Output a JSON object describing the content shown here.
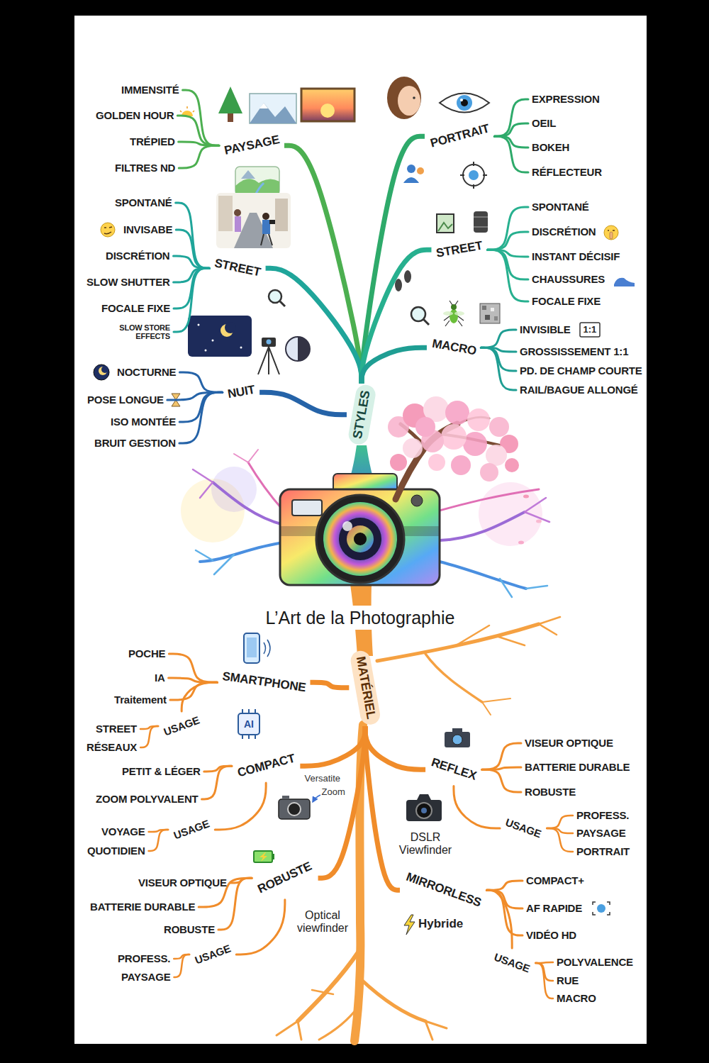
{
  "diagram": {
    "title": "L’Art de la Photographie",
    "nodes": [
      {
        "text": [
          "STYLES"
        ]
      },
      {
        "text": [
          "PAYSAGE"
        ]
      },
      {
        "text": [
          "IMMENSITÉ"
        ]
      },
      {
        "text": [
          "GOLDEN HOUR"
        ]
      },
      {
        "text": [
          "TRÉPIED"
        ]
      },
      {
        "text": [
          "FILTRES ND"
        ]
      },
      {
        "text": [
          "PORTRAIT"
        ]
      },
      {
        "text": [
          "EXPRESSION"
        ]
      },
      {
        "text": [
          "OEIL"
        ]
      },
      {
        "text": [
          "BOKEH"
        ]
      },
      {
        "text": [
          "RÉFLECTEUR"
        ]
      },
      {
        "text": [
          "STREET"
        ]
      },
      {
        "text": [
          "SPONTANÉ"
        ]
      },
      {
        "text": [
          "INVISABE"
        ]
      },
      {
        "text": [
          "DISCRÉTION"
        ]
      },
      {
        "text": [
          "SLOW SHUTTER"
        ]
      },
      {
        "text": [
          "FOCALE FIXE"
        ]
      },
      {
        "text": [
          "SLOW STORE EFFECTS"
        ]
      },
      {
        "text": [
          "STREET"
        ]
      },
      {
        "text": [
          "SPONTANÉ"
        ]
      },
      {
        "text": [
          "DISCRÉTION"
        ]
      },
      {
        "text": [
          "INSTANT DÉCISIF"
        ]
      },
      {
        "text": [
          "CHAUSSURES"
        ]
      },
      {
        "text": [
          "FOCALE FIXE"
        ]
      },
      {
        "text": [
          "MACRO"
        ]
      },
      {
        "text": [
          "INVISIBLE"
        ]
      },
      {
        "text": [
          "GROSSISSEMENT 1:1"
        ]
      },
      {
        "text": [
          "PD. DE CHAMP COURTE"
        ]
      },
      {
        "text": [
          "RAIL/BAGUE ALLONGÉ"
        ]
      },
      {
        "text": [
          "NUIT"
        ]
      },
      {
        "text": [
          "NOCTURNE"
        ]
      },
      {
        "text": [
          "POSE LONGUE"
        ]
      },
      {
        "text": [
          "ISO MONTÉE"
        ]
      },
      {
        "text": [
          "BRUIT GESTION"
        ]
      },
      {
        "text": [
          "MATÉRIEL"
        ]
      },
      {
        "text": [
          "SMARTPHONE"
        ]
      },
      {
        "text": [
          "POCHE"
        ]
      },
      {
        "text": [
          "IA"
        ]
      },
      {
        "text": [
          "Traitement"
        ]
      },
      {
        "text": [
          "USAGE"
        ]
      },
      {
        "text": [
          "STREET"
        ]
      },
      {
        "text": [
          "RÉSEAUX"
        ]
      },
      {
        "text": [
          "COMPACT"
        ]
      },
      {
        "text": [
          "PETIT & LÉGER"
        ]
      },
      {
        "text": [
          "ZOOM POLYVALENT"
        ]
      },
      {
        "text": [
          "USAGE"
        ]
      },
      {
        "text": [
          "VOYAGE"
        ]
      },
      {
        "text": [
          "QUOTIDIEN"
        ]
      },
      {
        "text": [
          "ROBUSTE"
        ]
      },
      {
        "text": [
          "VISEUR OPTIQUE"
        ]
      },
      {
        "text": [
          "BATTERIE DURABLE"
        ]
      },
      {
        "text": [
          "ROBUSTE"
        ]
      },
      {
        "text": [
          "USAGE"
        ]
      },
      {
        "text": [
          "PROFESS."
        ]
      },
      {
        "text": [
          "PAYSAGE"
        ]
      },
      {
        "text": [
          "REFLEX"
        ]
      },
      {
        "text": [
          "VISEUR OPTIQUE"
        ]
      },
      {
        "text": [
          "BATTERIE DURABLE"
        ]
      },
      {
        "text": [
          "ROBUSTE"
        ]
      },
      {
        "text": [
          "USAGE"
        ]
      },
      {
        "text": [
          "PROFESS."
        ]
      },
      {
        "text": [
          "PAYSAGE"
        ]
      },
      {
        "text": [
          "PORTRAIT"
        ]
      },
      {
        "text": [
          "MIRRORLESS"
        ]
      },
      {
        "text": [
          "COMPACT+"
        ]
      },
      {
        "text": [
          "AF RAPIDE"
        ]
      },
      {
        "text": [
          "VIDÉO HD"
        ]
      },
      {
        "text": [
          "USAGE"
        ]
      },
      {
        "text": [
          "POLYVALENCE"
        ]
      },
      {
        "text": [
          "RUE"
        ]
      },
      {
        "text": [
          "MACRO"
        ]
      }
    ],
    "edges": [
      {
        "from": 0,
        "to": 1,
        "arrow": "none"
      },
      {
        "from": 0,
        "to": 6,
        "arrow": "none"
      },
      {
        "from": 0,
        "to": 11,
        "arrow": "none"
      },
      {
        "from": 0,
        "to": 18,
        "arrow": "none"
      },
      {
        "from": 0,
        "to": 24,
        "arrow": "none"
      },
      {
        "from": 0,
        "to": 29,
        "arrow": "none"
      },
      {
        "from": 1,
        "to": 2,
        "arrow": "none"
      },
      {
        "from": 1,
        "to": 3,
        "arrow": "none"
      },
      {
        "from": 1,
        "to": 4,
        "arrow": "none"
      },
      {
        "from": 1,
        "to": 5,
        "arrow": "none"
      },
      {
        "from": 6,
        "to": 7,
        "arrow": "none"
      },
      {
        "from": 6,
        "to": 8,
        "arrow": "none"
      },
      {
        "from": 6,
        "to": 9,
        "arrow": "none"
      },
      {
        "from": 6,
        "to": 10,
        "arrow": "none"
      },
      {
        "from": 11,
        "to": 12,
        "arrow": "none"
      },
      {
        "from": 11,
        "to": 13,
        "arrow": "none"
      },
      {
        "from": 11,
        "to": 14,
        "arrow": "none"
      },
      {
        "from": 11,
        "to": 15,
        "arrow": "none"
      },
      {
        "from": 11,
        "to": 16,
        "arrow": "none"
      },
      {
        "from": 11,
        "to": 17,
        "arrow": "none"
      },
      {
        "from": 18,
        "to": 19,
        "arrow": "none"
      },
      {
        "from": 18,
        "to": 20,
        "arrow": "none"
      },
      {
        "from": 18,
        "to": 21,
        "arrow": "none"
      },
      {
        "from": 18,
        "to": 22,
        "arrow": "none"
      },
      {
        "from": 18,
        "to": 23,
        "arrow": "none"
      },
      {
        "from": 24,
        "to": 25,
        "arrow": "none"
      },
      {
        "from": 24,
        "to": 26,
        "arrow": "none"
      },
      {
        "from": 24,
        "to": 27,
        "arrow": "none"
      },
      {
        "from": 24,
        "to": 28,
        "arrow": "none"
      },
      {
        "from": 29,
        "to": 30,
        "arrow": "none"
      },
      {
        "from": 29,
        "to": 31,
        "arrow": "none"
      },
      {
        "from": 29,
        "to": 32,
        "arrow": "none"
      },
      {
        "from": 29,
        "to": 33,
        "arrow": "none"
      },
      {
        "from": 34,
        "to": 35,
        "arrow": "none"
      },
      {
        "from": 34,
        "to": 42,
        "arrow": "none"
      },
      {
        "from": 34,
        "to": 48,
        "arrow": "none"
      },
      {
        "from": 34,
        "to": 55,
        "arrow": "none"
      },
      {
        "from": 34,
        "to": 63,
        "arrow": "none"
      },
      {
        "from": 35,
        "to": 36,
        "arrow": "none"
      },
      {
        "from": 35,
        "to": 37,
        "arrow": "none"
      },
      {
        "from": 35,
        "to": 38,
        "arrow": "none"
      },
      {
        "from": 35,
        "to": 39,
        "arrow": "none"
      },
      {
        "from": 39,
        "to": 40,
        "arrow": "none"
      },
      {
        "from": 39,
        "to": 41,
        "arrow": "none"
      },
      {
        "from": 42,
        "to": 43,
        "arrow": "none"
      },
      {
        "from": 42,
        "to": 44,
        "arrow": "none"
      },
      {
        "from": 42,
        "to": 45,
        "arrow": "none"
      },
      {
        "from": 45,
        "to": 46,
        "arrow": "none"
      },
      {
        "from": 45,
        "to": 47,
        "arrow": "none"
      },
      {
        "from": 48,
        "to": 49,
        "arrow": "none"
      },
      {
        "from": 48,
        "to": 50,
        "arrow": "none"
      },
      {
        "from": 48,
        "to": 51,
        "arrow": "none"
      },
      {
        "from": 48,
        "to": 52,
        "arrow": "none"
      },
      {
        "from": 52,
        "to": 53,
        "arrow": "none"
      },
      {
        "from": 52,
        "to": 54,
        "arrow": "none"
      },
      {
        "from": 55,
        "to": 56,
        "arrow": "none"
      },
      {
        "from": 55,
        "to": 57,
        "arrow": "none"
      },
      {
        "from": 55,
        "to": 58,
        "arrow": "none"
      },
      {
        "from": 55,
        "to": 59,
        "arrow": "none"
      },
      {
        "from": 59,
        "to": 60,
        "arrow": "none"
      },
      {
        "from": 59,
        "to": 61,
        "arrow": "none"
      },
      {
        "from": 59,
        "to": 62,
        "arrow": "none"
      },
      {
        "from": 63,
        "to": 64,
        "arrow": "none"
      },
      {
        "from": 63,
        "to": 65,
        "arrow": "none"
      },
      {
        "from": 63,
        "to": 66,
        "arrow": "none"
      },
      {
        "from": 63,
        "to": 67,
        "arrow": "none"
      },
      {
        "from": 67,
        "to": 68,
        "arrow": "none"
      },
      {
        "from": 67,
        "to": 69,
        "arrow": "none"
      },
      {
        "from": 67,
        "to": 70,
        "arrow": "none"
      }
    ],
    "labels": [
      "1:1",
      "AI",
      "Versatite",
      "Zoom",
      "DSLR Viewfinder",
      "Optical viewfinder",
      "Hybride"
    ]
  }
}
